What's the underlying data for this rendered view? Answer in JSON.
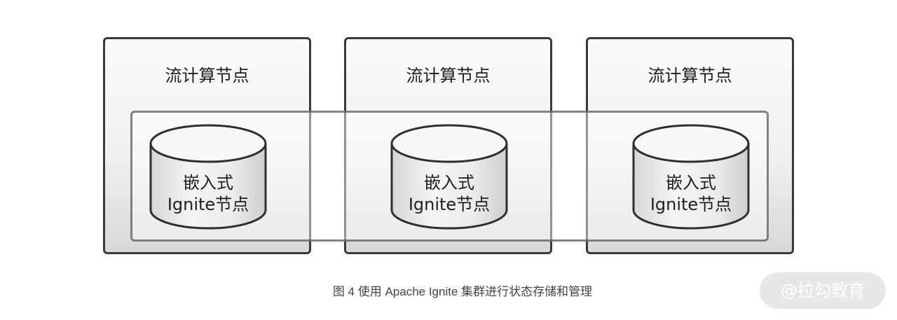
{
  "diagram": {
    "nodes": [
      {
        "title": "流计算节点",
        "embedded_line1": "嵌入式",
        "embedded_line2": "Ignite节点"
      },
      {
        "title": "流计算节点",
        "embedded_line1": "嵌入式",
        "embedded_line2": "Ignite节点"
      },
      {
        "title": "流计算节点",
        "embedded_line1": "嵌入式",
        "embedded_line2": "Ignite节点"
      }
    ],
    "caption": "图 4 使用 Apache Ignite 集群进行状态存储和管理",
    "watermark": "@拉勾教育"
  }
}
